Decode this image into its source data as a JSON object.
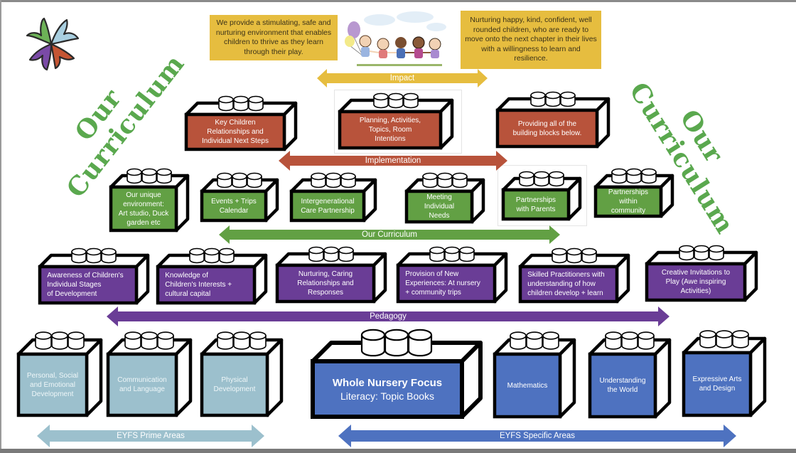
{
  "colors": {
    "impact": "#e6bd3f",
    "implementation": "#b8533b",
    "curriculum": "#62a044",
    "pedagogy": "#6a3d96",
    "prime": "#9cc0cd",
    "specific": "#4e72c0",
    "title_green": "#5aa84e"
  },
  "title_left": "Our\nCurriculum",
  "title_right": "Our\nCurriculum",
  "impact": {
    "statement_left": "We provide a stimulating, safe and nurturing environment that enables children to thrive as they learn through their play.",
    "statement_right": "Nurturing happy, kind, confident, well rounded children, who are ready to move onto the next chapter in their lives with a willingness to learn and resilience.",
    "arrow_label": "Impact",
    "image": "children-holding-hands-illustration"
  },
  "implementation": {
    "arrow_label": "Implementation",
    "bricks": [
      "Key Children\nRelationships and\nIndividual Next Steps",
      "Planning, Activities,\nTopics, Room\nIntentions",
      "Providing all of the\nbuilding blocks below."
    ]
  },
  "curriculum": {
    "arrow_label": "Our Curriculum",
    "bricks": [
      "Our unique\nenvironment:\nArt studio, Duck\ngarden etc",
      "Events + Trips\nCalendar",
      "Intergenerational\nCare Partnership",
      "Meeting\nIndividual\nNeeds",
      "Partnerships\nwith Parents",
      "Partnerships\nwithin\ncommunity"
    ]
  },
  "pedagogy": {
    "arrow_label": "Pedagogy",
    "bricks": [
      "Awareness of Children's\nIndividual Stages\nof Development",
      "Knowledge of\nChildren's Interests +\ncultural capital",
      "Nurturing, Caring\nRelationships and\nResponses",
      "Provision of New\nExperiences: At nursery\n+ community trips",
      "Skilled Practitioners with\nunderstanding of how\nchildren develop + learn",
      "Creative Invitations to\nPlay (Awe inspiring\nActivities)"
    ]
  },
  "eyfs_prime": {
    "arrow_label": "EYFS Prime Areas",
    "bricks": [
      "Personal, Social\nand Emotional\nDevelopment",
      "Communication\nand Language",
      "Physical\nDevelopment"
    ]
  },
  "eyfs_specific": {
    "arrow_label": "EYFS Specific Areas",
    "focus_title": "Whole Nursery Focus",
    "focus_subtitle": "Literacy: Topic Books",
    "bricks": [
      "Mathematics",
      "Understanding\nthe World",
      "Expressive Arts\nand Design"
    ]
  }
}
